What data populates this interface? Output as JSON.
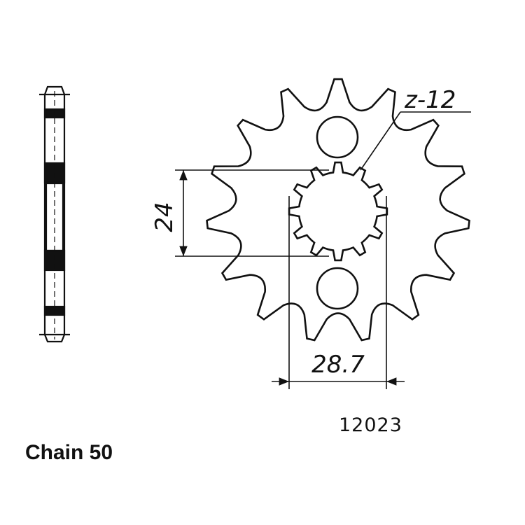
{
  "labels": {
    "teeth": "z-12",
    "bore_height": "24",
    "bore_width": "28.7",
    "part_number": "12023",
    "chain": "Chain 50"
  },
  "sprocket": {
    "outer_teeth": 15,
    "spline_teeth": 12
  },
  "colors": {
    "line": "#111111",
    "background": "#ffffff"
  }
}
